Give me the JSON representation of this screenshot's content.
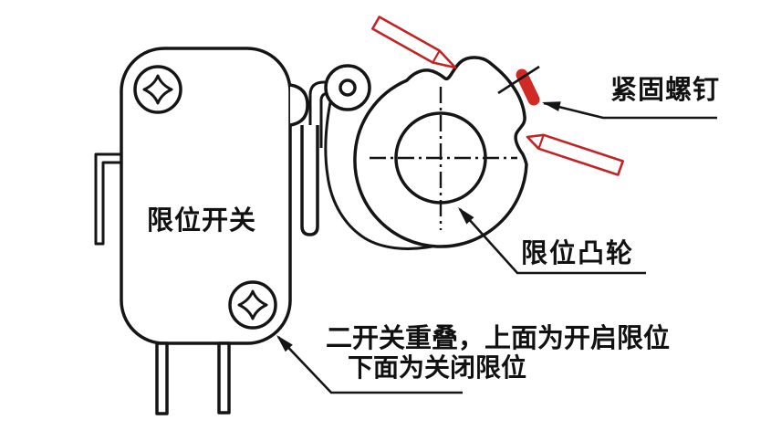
{
  "diagram": {
    "title_context": "limit-switch-and-cam-assembly-diagram",
    "labels": {
      "switch_label": "限位开关",
      "cam_label": "限位凸轮",
      "screw_label": "紧固螺钉",
      "note_line1": "二开关重叠，上面为开启限位",
      "note_line2": "下面为关闭限位"
    },
    "colors": {
      "background": "#ffffff",
      "line": "#151515",
      "highlight_red": "#c32322",
      "set_screw_red": "#d02a26"
    },
    "icons": {
      "phillips_screw": "four-point-star-in-circle",
      "pencil_pointer": "red-pencil-outline",
      "cross_mark": "x-over-set-screw"
    }
  }
}
